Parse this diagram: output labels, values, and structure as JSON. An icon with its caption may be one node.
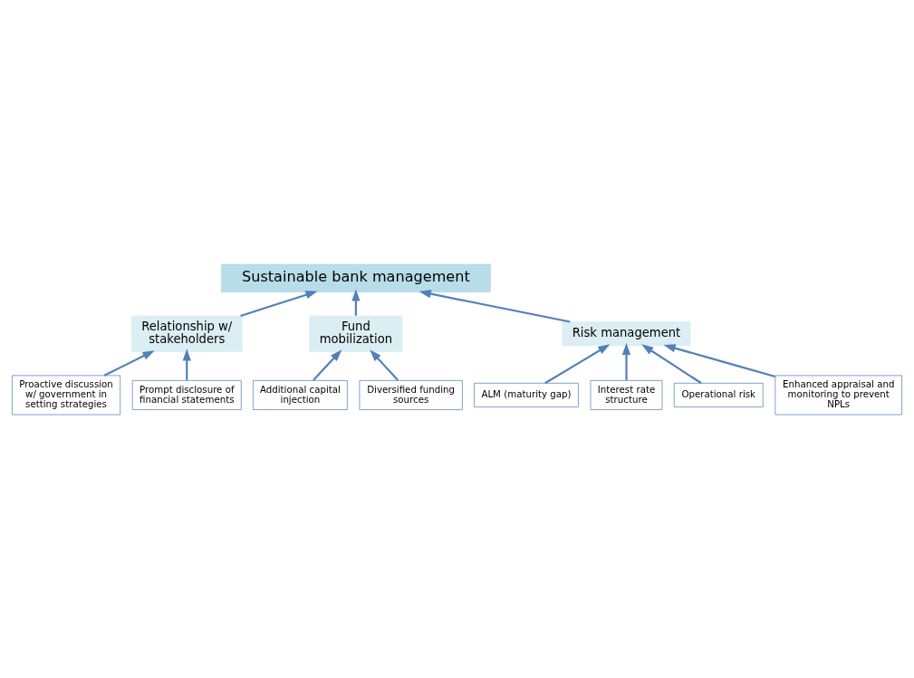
{
  "diagram": {
    "nodes": [
      {
        "text": [
          "Sustainable bank management"
        ]
      },
      {
        "text": [
          "Relationship w/ stakeholders"
        ]
      },
      {
        "text": [
          "Fund mobilization"
        ]
      },
      {
        "text": [
          "Risk management"
        ]
      },
      {
        "text": [
          "Proactive discussion w/ government in setting strategies"
        ]
      },
      {
        "text": [
          "Prompt disclosure of financial statements"
        ]
      },
      {
        "text": [
          "Additional capital injection"
        ]
      },
      {
        "text": [
          "Diversified funding sources"
        ]
      },
      {
        "text": [
          "ALM (maturity gap)"
        ]
      },
      {
        "text": [
          "Interest rate structure"
        ]
      },
      {
        "text": [
          "Operational risk"
        ]
      },
      {
        "text": [
          "Enhanced appraisal and monitoring to prevent NPLs"
        ]
      }
    ],
    "edges": [
      {
        "from": 1,
        "to": 0,
        "arrow": "to"
      },
      {
        "from": 2,
        "to": 0,
        "arrow": "to"
      },
      {
        "from": 3,
        "to": 0,
        "arrow": "to"
      },
      {
        "from": 4,
        "to": 1,
        "arrow": "to"
      },
      {
        "from": 5,
        "to": 1,
        "arrow": "to"
      },
      {
        "from": 6,
        "to": 2,
        "arrow": "to"
      },
      {
        "from": 7,
        "to": 2,
        "arrow": "to"
      },
      {
        "from": 8,
        "to": 3,
        "arrow": "to"
      },
      {
        "from": 9,
        "to": 3,
        "arrow": "to"
      },
      {
        "from": 10,
        "to": 3,
        "arrow": "to"
      },
      {
        "from": 11,
        "to": 3,
        "arrow": "to"
      }
    ]
  }
}
